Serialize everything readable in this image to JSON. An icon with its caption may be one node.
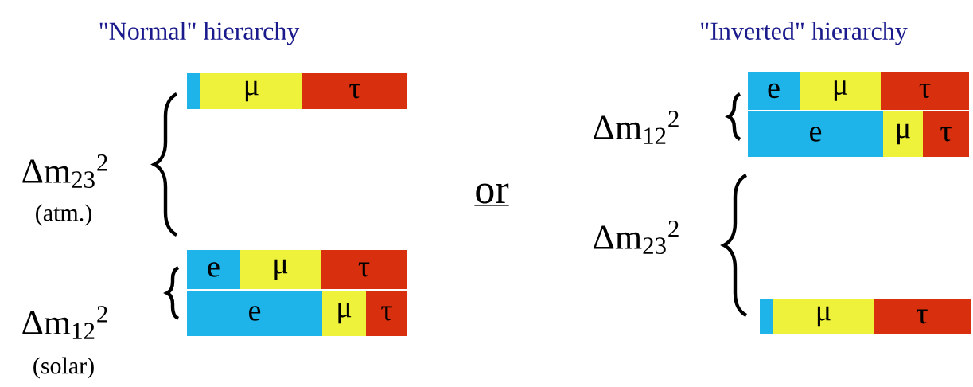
{
  "diagram": {
    "nodes": [
      {
        "text": [],
        "shape": "bar"
      },
      {
        "text": [
          "μ"
        ]
      },
      {
        "text": [
          "τ"
        ]
      },
      {
        "text": [
          "e"
        ]
      },
      {
        "text": [
          "μ"
        ]
      },
      {
        "text": [
          "τ"
        ]
      },
      {
        "text": [
          "e"
        ]
      },
      {
        "text": [
          "μ"
        ]
      },
      {
        "text": [
          "τ"
        ]
      },
      {
        "text": [
          "e"
        ]
      },
      {
        "text": [
          "μ"
        ]
      },
      {
        "text": [
          "τ"
        ]
      },
      {
        "text": [
          "e"
        ]
      },
      {
        "text": [
          "μ"
        ]
      },
      {
        "text": [
          "τ"
        ]
      },
      {
        "text": [],
        "shape": "bar"
      },
      {
        "text": [
          "μ"
        ]
      },
      {
        "text": [
          "τ"
        ]
      }
    ],
    "labels": [
      "\"Normal\" hierarchy",
      "\"Inverted\" hierarchy",
      "Δm$_{23}$$^{2}$",
      "Δm$_{12}$$^{2}$",
      "(atm.)",
      "or",
      "Δm$_{23}$$^{2}$",
      "Δm$_{12}$$^{2}$",
      "(solar)"
    ]
  }
}
